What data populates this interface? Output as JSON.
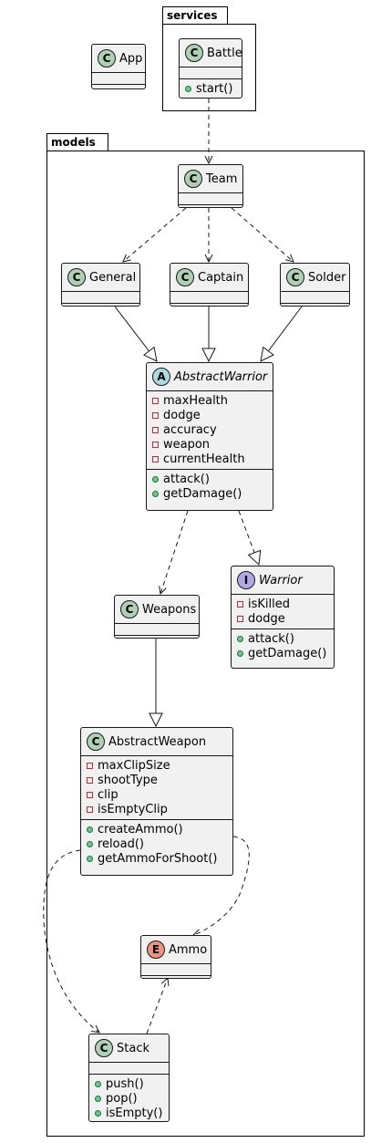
{
  "packages": {
    "services": {
      "label": "services"
    },
    "models": {
      "label": "models"
    }
  },
  "classes": {
    "app": {
      "stereo": "C",
      "name": "App"
    },
    "battle": {
      "stereo": "C",
      "name": "Battle",
      "methods": [
        "start()"
      ]
    },
    "team": {
      "stereo": "C",
      "name": "Team"
    },
    "general": {
      "stereo": "C",
      "name": "General"
    },
    "captain": {
      "stereo": "C",
      "name": "Captain"
    },
    "solder": {
      "stereo": "C",
      "name": "Solder"
    },
    "abstract_warrior": {
      "stereo": "A",
      "name": "AbstractWarrior",
      "fields": [
        "maxHealth",
        "dodge",
        "accuracy",
        "weapon",
        "currentHealth"
      ],
      "methods": [
        "attack()",
        "getDamage()"
      ]
    },
    "warrior": {
      "stereo": "I",
      "name": "Warrior",
      "fields": [
        "isKilled",
        "dodge"
      ],
      "methods": [
        "attack()",
        "getDamage()"
      ]
    },
    "weapons": {
      "stereo": "C",
      "name": "Weapons"
    },
    "abstract_weapon": {
      "stereo": "C",
      "name": "AbstractWeapon",
      "fields": [
        "maxClipSize",
        "shootType",
        "clip",
        "isEmptyClip"
      ],
      "methods": [
        "createAmmo()",
        "reload()",
        "getAmmoForShoot()"
      ]
    },
    "ammo": {
      "stereo": "E",
      "name": "Ammo"
    },
    "stack": {
      "stereo": "C",
      "name": "Stack",
      "methods": [
        "push()",
        "pop()",
        "isEmpty()"
      ]
    }
  },
  "colors": {
    "class_fill": "#f1f1f1",
    "badge_class": "#add1b2",
    "badge_abstract": "#a9dcdf",
    "badge_interface": "#b4a7e5",
    "badge_enum": "#eb937f",
    "public_marker": "#84be84",
    "private_marker": "#c82930"
  }
}
